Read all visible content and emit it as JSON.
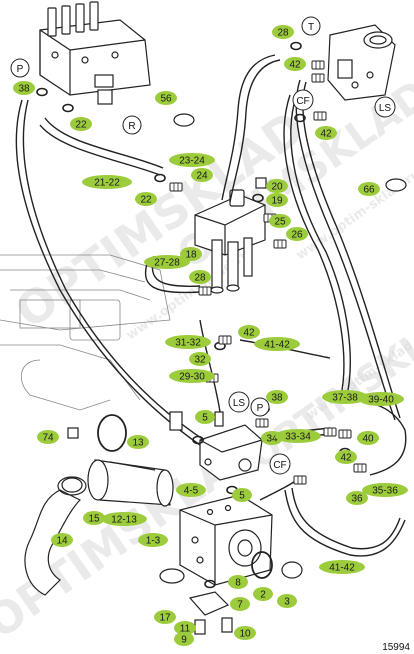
{
  "diagram_id": "15994",
  "watermark_text": "OPTIMSKLAD",
  "watermark_url": "www.optim-sklad.ru",
  "colors": {
    "callout_fill": "#9ccc3c",
    "line": "#222222",
    "watermark": "#d9d9d9"
  },
  "ports": {
    "P": "P",
    "R": "R",
    "T": "T",
    "CF": "CF",
    "LS": "LS"
  },
  "callouts": {
    "c1_3": "1-3",
    "c2": "2",
    "c3": "3",
    "c4_5": "4-5",
    "c5a": "5",
    "c5b": "5",
    "c7": "7",
    "c8": "8",
    "c9": "9",
    "c10": "10",
    "c11": "11",
    "c12_13": "12-13",
    "c13": "13",
    "c14": "14",
    "c15": "15",
    "c17": "17",
    "c18": "18",
    "c19": "19",
    "c20": "20",
    "c21_22": "21-22",
    "c22a": "22",
    "c22b": "22",
    "c23_24": "23-24",
    "c24": "24",
    "c25": "25",
    "c26": "26",
    "c27_28": "27-28",
    "c28a": "28",
    "c28b": "28",
    "c29_30": "29-30",
    "c31_32": "31-32",
    "c32": "32",
    "c33_34": "33-34",
    "c34": "34",
    "c35_36": "35-36",
    "c36": "36",
    "c37_38": "37-38",
    "c38a": "38",
    "c38b": "38",
    "c39_40": "39-40",
    "c40": "40",
    "c41_42a": "41-42",
    "c41_42b": "41-42",
    "c42a": "42",
    "c42b": "42",
    "c42c": "42",
    "c42d": "42",
    "c56": "56",
    "c66": "66",
    "c74": "74"
  }
}
